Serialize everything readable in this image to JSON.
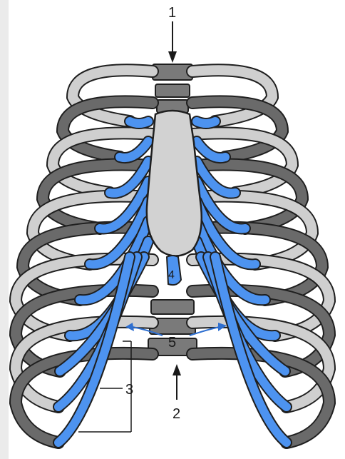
{
  "figure": {
    "labels": {
      "label_1": "1",
      "label_2": "2",
      "label_3": "3",
      "label_4": "4",
      "label_5": "5"
    },
    "colors": {
      "bone_light": "#cfcfcf",
      "bone_dark": "#6a6a6a",
      "bone_outline": "#1f1f1f",
      "cartilage_blue": "#4d93f0",
      "sternum": "#d2d2d2",
      "vertebra": "#7a7a7a"
    },
    "icons": [
      "arrow-down-icon",
      "arrow-up-icon",
      "curved-arrow-left-icon",
      "curved-arrow-right-icon"
    ]
  }
}
